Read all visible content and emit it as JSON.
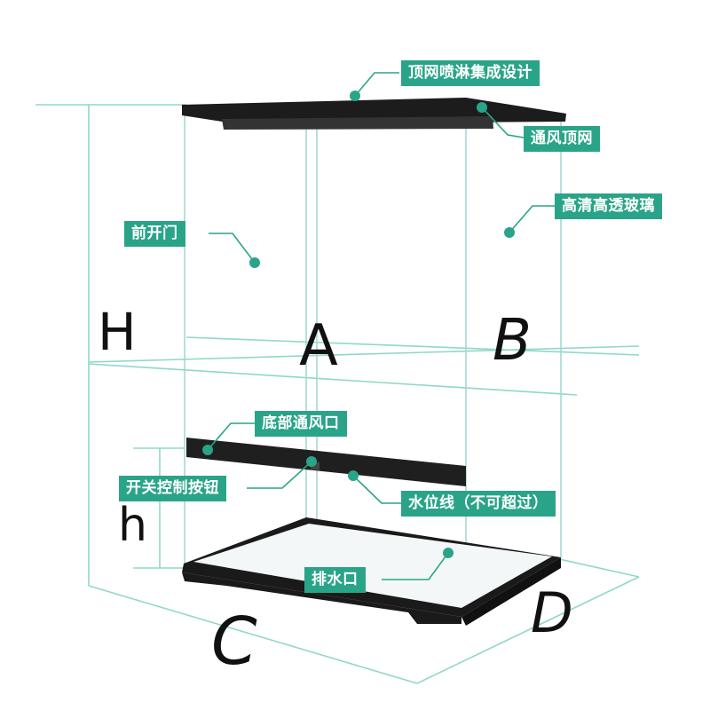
{
  "dimensions": {
    "height_big": "H",
    "height_small": "h",
    "side_a": "A",
    "side_b": "B",
    "side_c": "C",
    "side_d": "D"
  },
  "callouts": {
    "top_spray": "顶网喷淋集成设计",
    "vent_top": "通风顶网",
    "hd_glass": "高清高透玻璃",
    "front_door": "前开门",
    "bottom_vent": "底部通风口",
    "switch_button": "开关控制按钮",
    "water_level": "水位线（不可超过）",
    "drain": "排水口"
  },
  "colors": {
    "accent": "#2aa488",
    "guide_line": "#8fd8c8",
    "frame": "#1c1c1c",
    "glass_edge": "#9fd6cf"
  }
}
